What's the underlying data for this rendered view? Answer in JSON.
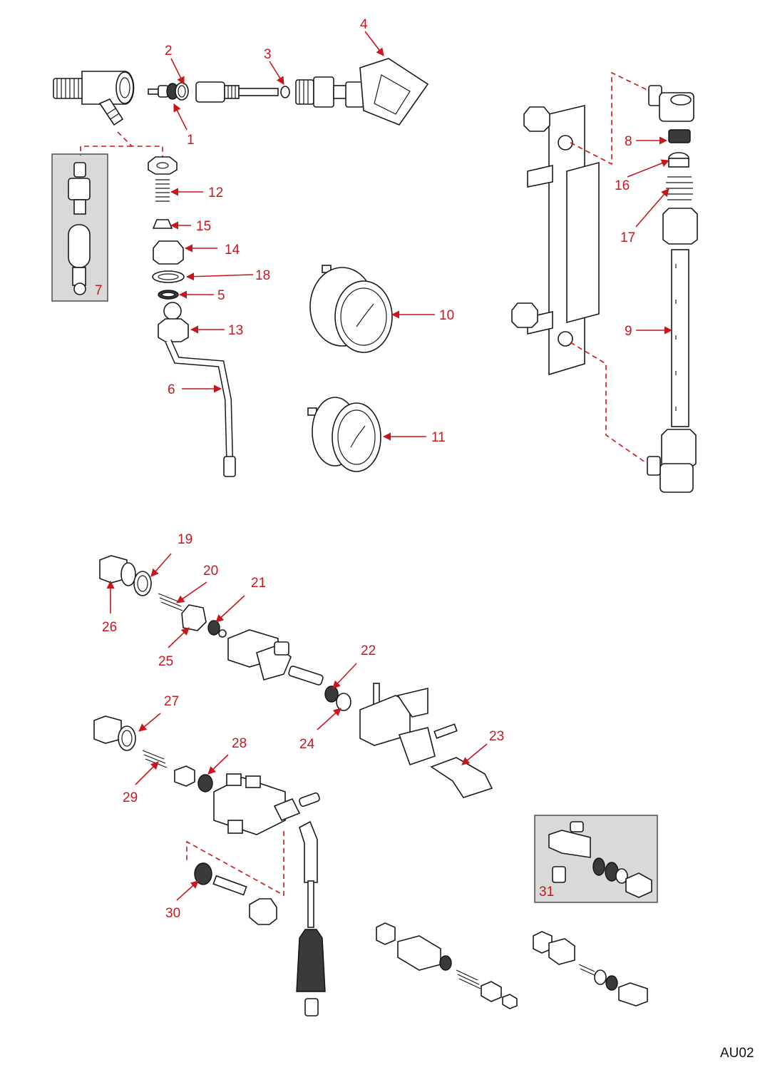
{
  "diagram": {
    "colors": {
      "label": "#c8161d",
      "line": "#1a1a1a",
      "inset": "#d9d9d9"
    },
    "code": "AU02",
    "labels": [
      "1",
      "2",
      "3",
      "4",
      "5",
      "6",
      "7",
      "8",
      "9",
      "10",
      "11",
      "12",
      "13",
      "14",
      "15",
      "16",
      "17",
      "18",
      "19",
      "20",
      "21",
      "22",
      "23",
      "24",
      "25",
      "26",
      "27",
      "28",
      "29",
      "30",
      "31"
    ]
  }
}
